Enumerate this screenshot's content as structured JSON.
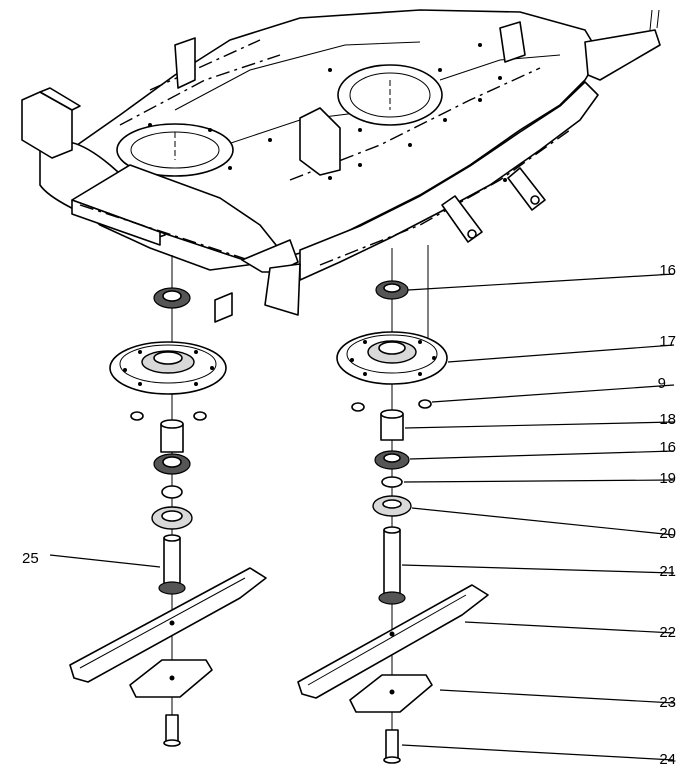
{
  "callouts": [
    {
      "id": "c16a",
      "label": "16"
    },
    {
      "id": "c17",
      "label": "17"
    },
    {
      "id": "c9",
      "label": "9"
    },
    {
      "id": "c18",
      "label": "18"
    },
    {
      "id": "c16b",
      "label": "16"
    },
    {
      "id": "c19",
      "label": "19"
    },
    {
      "id": "c20",
      "label": "20"
    },
    {
      "id": "c25",
      "label": "25"
    },
    {
      "id": "c21",
      "label": "21"
    },
    {
      "id": "c22",
      "label": "22"
    },
    {
      "id": "c23",
      "label": "23"
    },
    {
      "id": "c24",
      "label": "24"
    }
  ]
}
